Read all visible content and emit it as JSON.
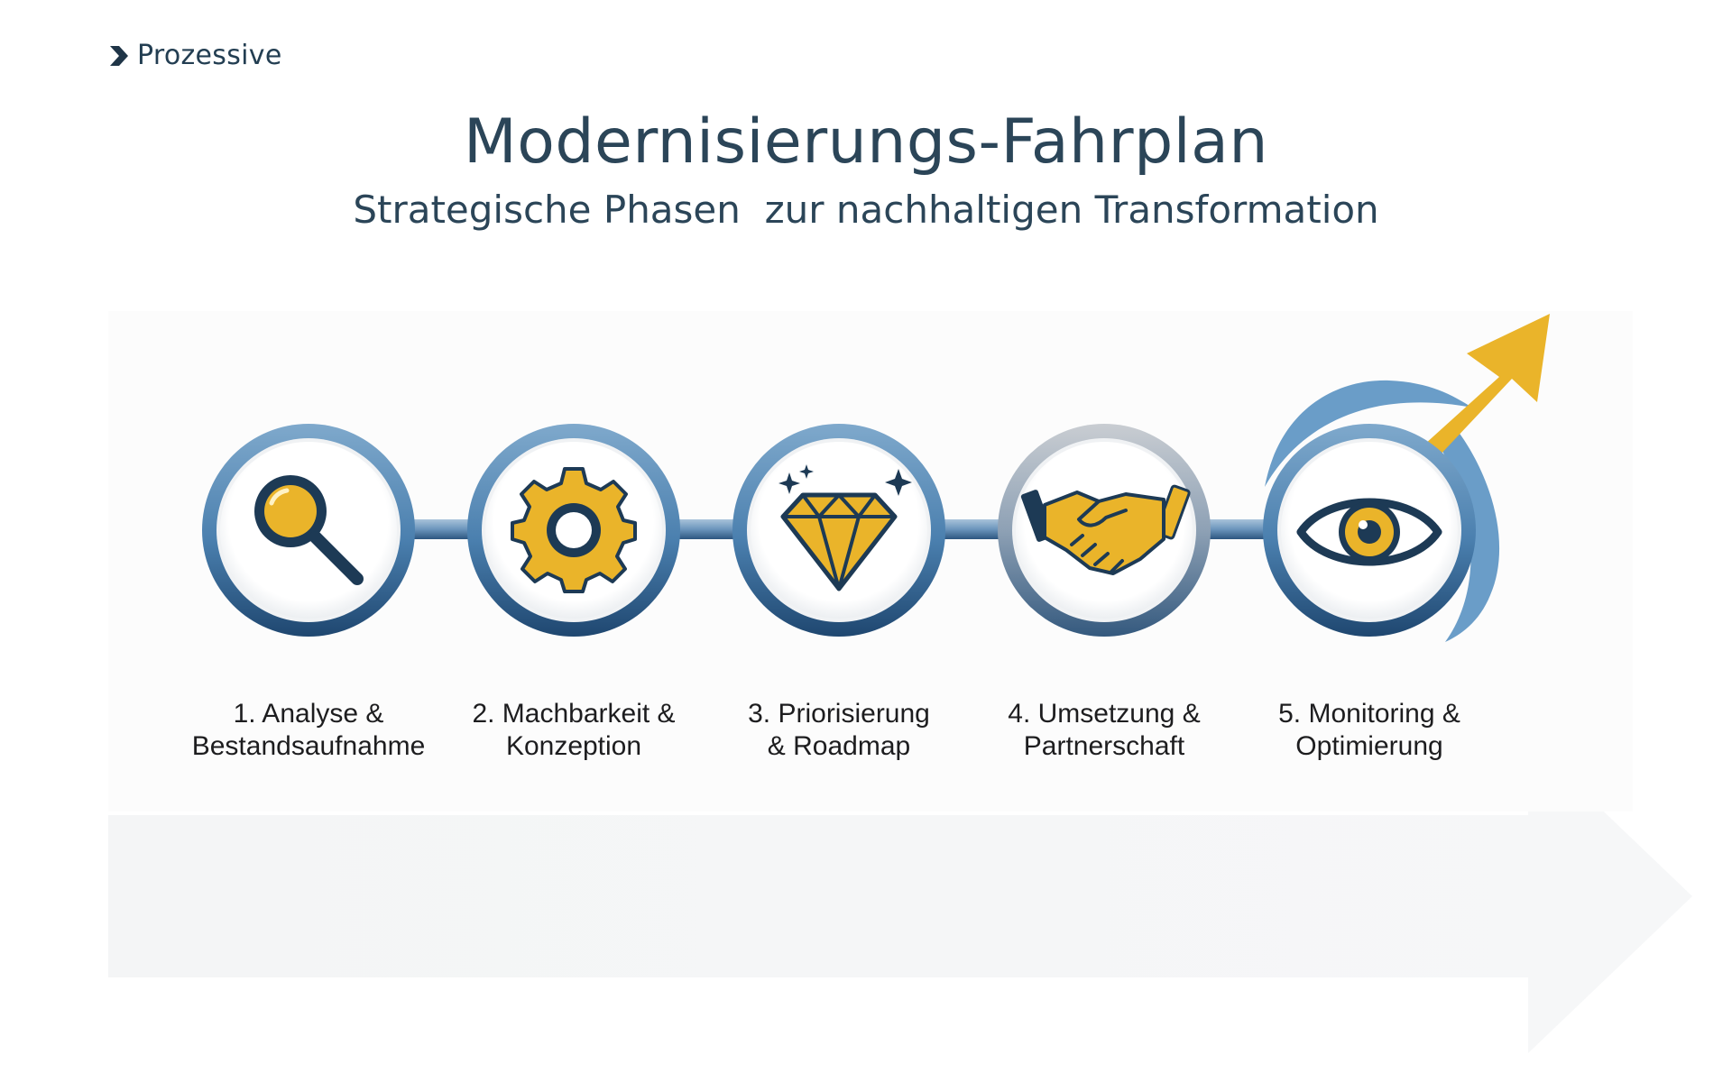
{
  "brand": {
    "name": "Prozessive"
  },
  "header": {
    "title": "Modernisierungs-Fahrplan",
    "subtitle": "Strategische Phasen  zur nachhaltigen Transformation"
  },
  "phases": [
    {
      "line1": "1. Analyse &",
      "line2": "Bestandsaufnahme",
      "icon": "magnifier-icon"
    },
    {
      "line1": "2. Machbarkeit &",
      "line2": "Konzeption",
      "icon": "gear-icon"
    },
    {
      "line1": "3. Priorisierung",
      "line2": "& Roadmap",
      "icon": "diamond-icon"
    },
    {
      "line1": "4. Umsetzung &",
      "line2": "Partnerschaft",
      "icon": "handshake-icon"
    },
    {
      "line1": "5. Monitoring &",
      "line2": "Optimierung",
      "icon": "eye-icon"
    }
  ],
  "colors": {
    "navy": "#1d3a55",
    "ring_blue": "#4d84b3",
    "gold": "#eab42a",
    "text": "#2b4558"
  }
}
